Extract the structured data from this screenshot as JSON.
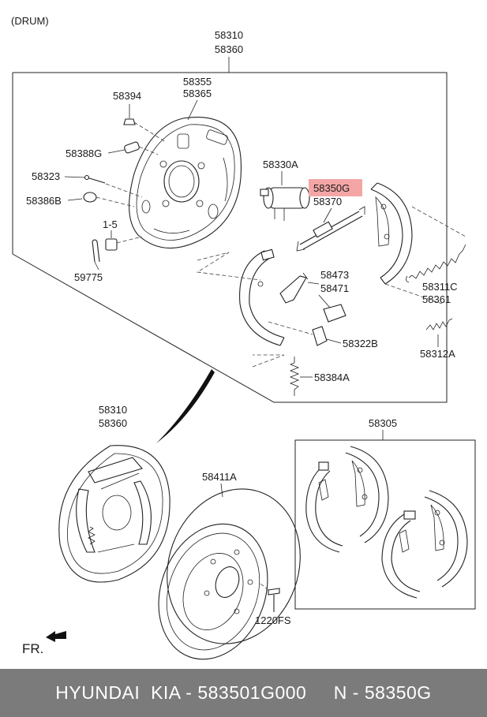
{
  "diagram": {
    "header": "(DRUM)",
    "direction_label": "FR.",
    "callouts": {
      "assy_top_1": "58310",
      "assy_top_2": "58360",
      "backing_plate_1": "58355",
      "backing_plate_2": "58365",
      "bolt": "58394",
      "plug": "58388G",
      "pin": "58323",
      "bleeder_cap": "58386B",
      "qty": "1-5",
      "spring_clip": "59775",
      "wheel_cylinder": "58330A",
      "adjuster": "58350G",
      "adjuster_2": "58370",
      "lever_1": "58473",
      "lever_2": "58471",
      "strut": "58322B",
      "spring_lower": "58384A",
      "spring_upper_1": "58311C",
      "spring_upper_2": "58361",
      "spring_short": "58312A",
      "assy_bottom_1": "58310",
      "assy_bottom_2": "58360",
      "drum": "58411A",
      "drum_bolt": "1220FS",
      "shoe_kit": "58305"
    },
    "highlight_color": "#f4a6a6"
  },
  "footer": {
    "left": "HYUNDAI  KIA - 583501G000",
    "right": "N - 58350G"
  }
}
